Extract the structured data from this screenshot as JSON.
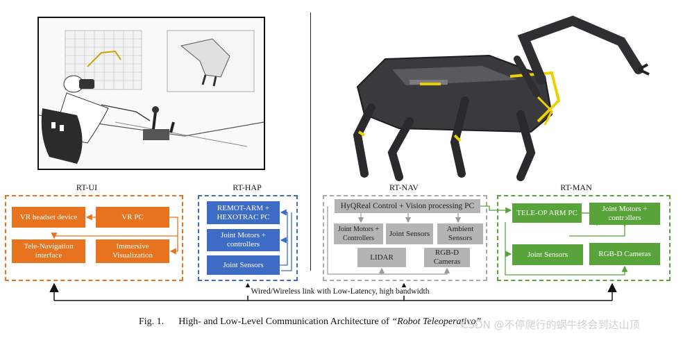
{
  "panels": {
    "rt_ui": {
      "label": "RT-UI",
      "boxes": [
        "VR headset device",
        "VR PC",
        "Tele-Navigation interface",
        "Immersive Visualization"
      ],
      "color": "#e8731f"
    },
    "rt_hap": {
      "label": "RT-HAP",
      "boxes": [
        "REMOT-ARM + HEXOTRAC PC",
        "Joint Motors + controllers",
        "Joint Sensors"
      ],
      "color": "#3e6cc4"
    },
    "rt_nav": {
      "label": "RT-NAV",
      "boxes": [
        "HyQReal Control + Vision processing PC",
        "Joint Motors + Controllers",
        "Joint Sensors",
        "Ambient Sensors",
        "LIDAR",
        "RGB-D Cameras"
      ],
      "color": "#a8a8a8"
    },
    "rt_man": {
      "label": "RT-MAN",
      "boxes": [
        "TELE-OP ARM PC",
        "Joint Motors + controllers",
        "Joint Sensors",
        "RGB-D Cameras"
      ],
      "color": "#58a43b"
    }
  },
  "link_label": "Wired/Wireless link with Low-Latency, high bandwidth",
  "caption": {
    "prefix": "Fig. 1.",
    "text": "High- and Low-Level Communication Architecture of",
    "title": "“Robot Teleoperativo”"
  },
  "watermark": "CSDN @不停爬行的蜗牛终会到达山顶"
}
